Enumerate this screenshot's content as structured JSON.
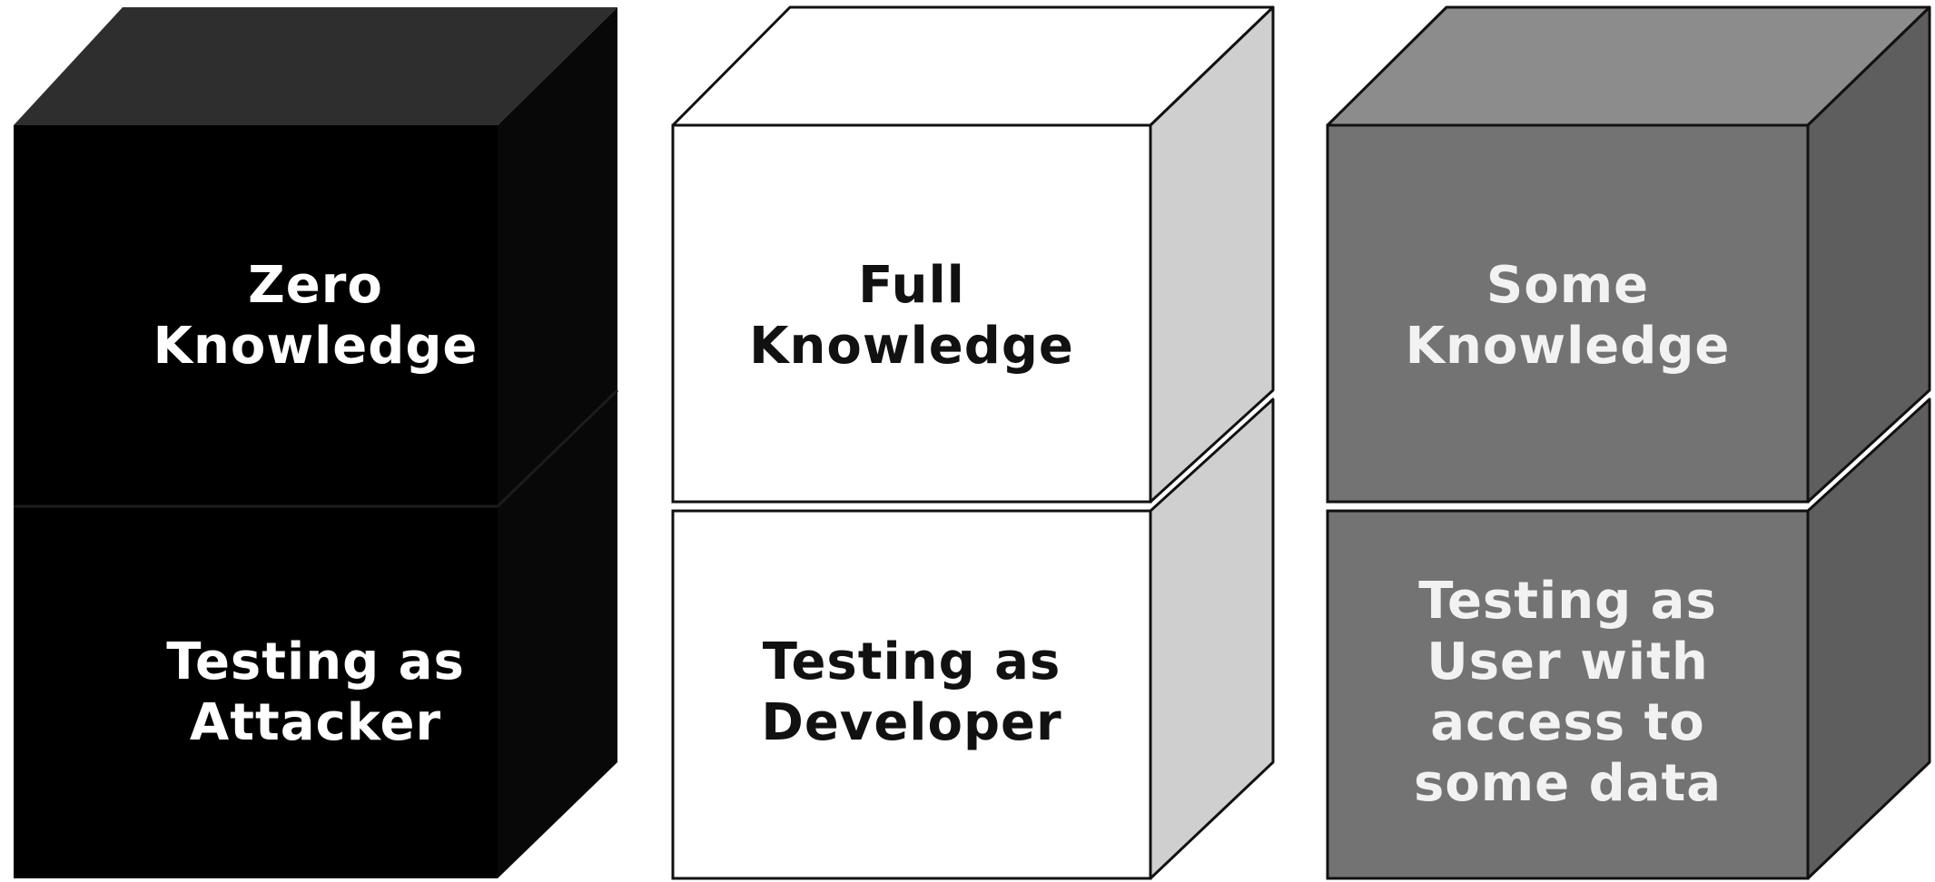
{
  "colors": {
    "black_front": "#000000",
    "black_top": "#2e2e2e",
    "white_front": "#ffffff",
    "white_side": "#cfcfcf",
    "gray_front": "#737373",
    "gray_top": "#8c8c8c",
    "gray_side": "#5e5e5e",
    "outline": "#111111"
  },
  "columns": [
    {
      "top_label": "Zero\nKnowledge",
      "bottom_label": "Testing as\nAttacker"
    },
    {
      "top_label": "Full\nKnowledge",
      "bottom_label": "Testing as\nDeveloper"
    },
    {
      "top_label": "Some\nKnowledge",
      "bottom_label": "Testing as\nUser with\naccess to\nsome data"
    }
  ]
}
